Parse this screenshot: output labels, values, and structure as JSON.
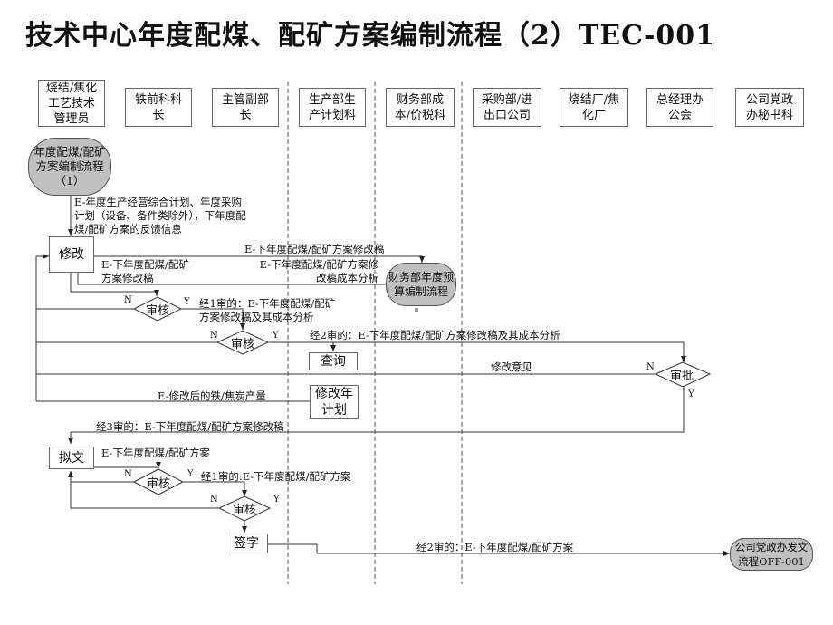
{
  "title": "技术中心年度配煤、配矿方案编制流程（2）TEC-001",
  "lanes": [
    "烧结/焦化工艺技术管理员",
    "铁前科科长",
    "主管副部长",
    "生产部生产计划科",
    "财务部成本/价税科",
    "采购部/进出口公司",
    "烧结厂/焦化厂",
    "总经理办公会",
    "公司党政办秘书科"
  ],
  "nodes": {
    "start": "年度配煤/配矿方案编制流程（1）",
    "modify": "修改",
    "finance": "财务部年度预算编制流程",
    "review1": "审核",
    "review2": "审核",
    "query": "查询",
    "approve": "审批",
    "modify_plan": "修改年计划",
    "draft": "拟文",
    "review3": "审核",
    "review4": "审核",
    "sign": "签字",
    "end": "公司党政办发文流程OFF-001"
  },
  "labels": {
    "l1": "E-年度生产经营综合计划、年度采购计划（设备、备件类除外），下年度配煤/配矿方案的反馈信息",
    "l2": "E-下年度配煤/配矿方案修改稿",
    "l3": "E-下年度配煤/配矿方案修改稿",
    "l4": "E-下年度配煤/配矿方案修改稿成本分析",
    "l5": "经1审的：E-下年度配煤/配矿方案修改稿及其成本分析",
    "l6": "经2审的：E-下年度配煤/配矿方案修改稿及其成本分析",
    "l7": "修改意见",
    "l8": "E-修改后的铁/焦炭产量",
    "l9": "经3审的：E-下年度配煤/配矿方案修改稿",
    "l10": "E-下年度配煤/配矿方案",
    "l11": "经1审的:E-下年度配煤/配矿方案",
    "l12": "经2审的：E-下年度配煤/配矿方案"
  },
  "yn": {
    "y": "Y",
    "n": "N"
  }
}
